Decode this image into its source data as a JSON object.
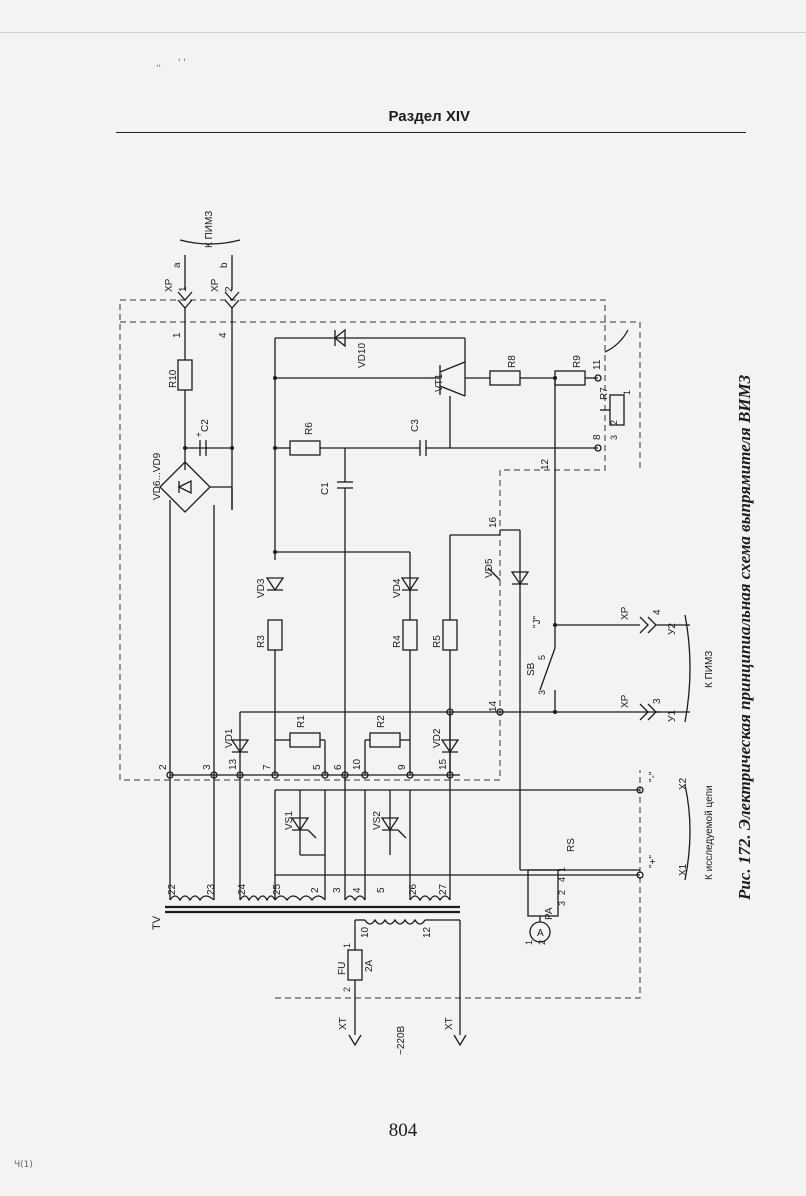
{
  "header": {
    "section": "Раздел XIV"
  },
  "page_number": "804",
  "caption": "Рис. 172. Электрическая принципиальная схема выпрямителя ВИМЗ",
  "scan_marks": [
    "''",
    "' '",
    "Ч(1)"
  ],
  "diagram": {
    "transformer": {
      "name": "TV",
      "primary_pins": [
        "10",
        "12"
      ],
      "secondary_pins": [
        "22",
        "23",
        "24",
        "25",
        "2",
        "3",
        "4",
        "5",
        "26",
        "27"
      ]
    },
    "fuse": {
      "name": "FU",
      "rating": "2A",
      "pins": [
        "1",
        "2"
      ]
    },
    "mains": {
      "label": "~220В",
      "terminals": [
        "XT",
        "XT"
      ]
    },
    "meter": {
      "name": "PA",
      "shunt": "RS",
      "symbol": "A",
      "pins": [
        "1",
        "2",
        "2",
        "3",
        "4",
        "1",
        "2"
      ]
    },
    "outputs": {
      "label": "К исследуемой цепи",
      "plus": {
        "name": "X1",
        "sign": "\"+\""
      },
      "minus": {
        "name": "X2",
        "sign": "\"-\""
      }
    },
    "pimz_top": {
      "label": "К ПИМЗ",
      "connectors": [
        {
          "name": "XP",
          "num": "1",
          "letter": "a"
        },
        {
          "name": "XP",
          "num": "2",
          "letter": "b"
        }
      ]
    },
    "pimz_bottom": {
      "label": "К ПИМЗ",
      "connectors": [
        {
          "name": "XP",
          "num": "4",
          "letter": "У2"
        },
        {
          "name": "XP",
          "num": "3",
          "letter": "У1"
        }
      ]
    },
    "components": {
      "R10": "R10",
      "C2": "C2",
      "C2_plus": "+",
      "bridge": "VD6...VD9",
      "VD10": "VD10",
      "VT1": "VT1",
      "R8": "R8",
      "R9": "R9",
      "R7": "R7",
      "R6": "R6",
      "C3": "C3",
      "C1": "C1",
      "VD3": "VD3",
      "VD4": "VD4",
      "VD5": "VD5",
      "R3": "R3",
      "R4": "R4",
      "R5": "R5",
      "VD1": "VD1",
      "VD2": "VD2",
      "R1": "R1",
      "R2": "R2",
      "VS1": "VS1",
      "VS2": "VS2",
      "SB": "SB",
      "J": "\"J\""
    },
    "board_pins": [
      "1",
      "4",
      "2",
      "3",
      "13",
      "7",
      "5",
      "6",
      "10",
      "9",
      "15",
      "14",
      "16",
      "12",
      "8",
      "11"
    ],
    "r7_pins": [
      "1",
      "2",
      "3"
    ],
    "sb_pins": [
      "5",
      "3"
    ]
  }
}
